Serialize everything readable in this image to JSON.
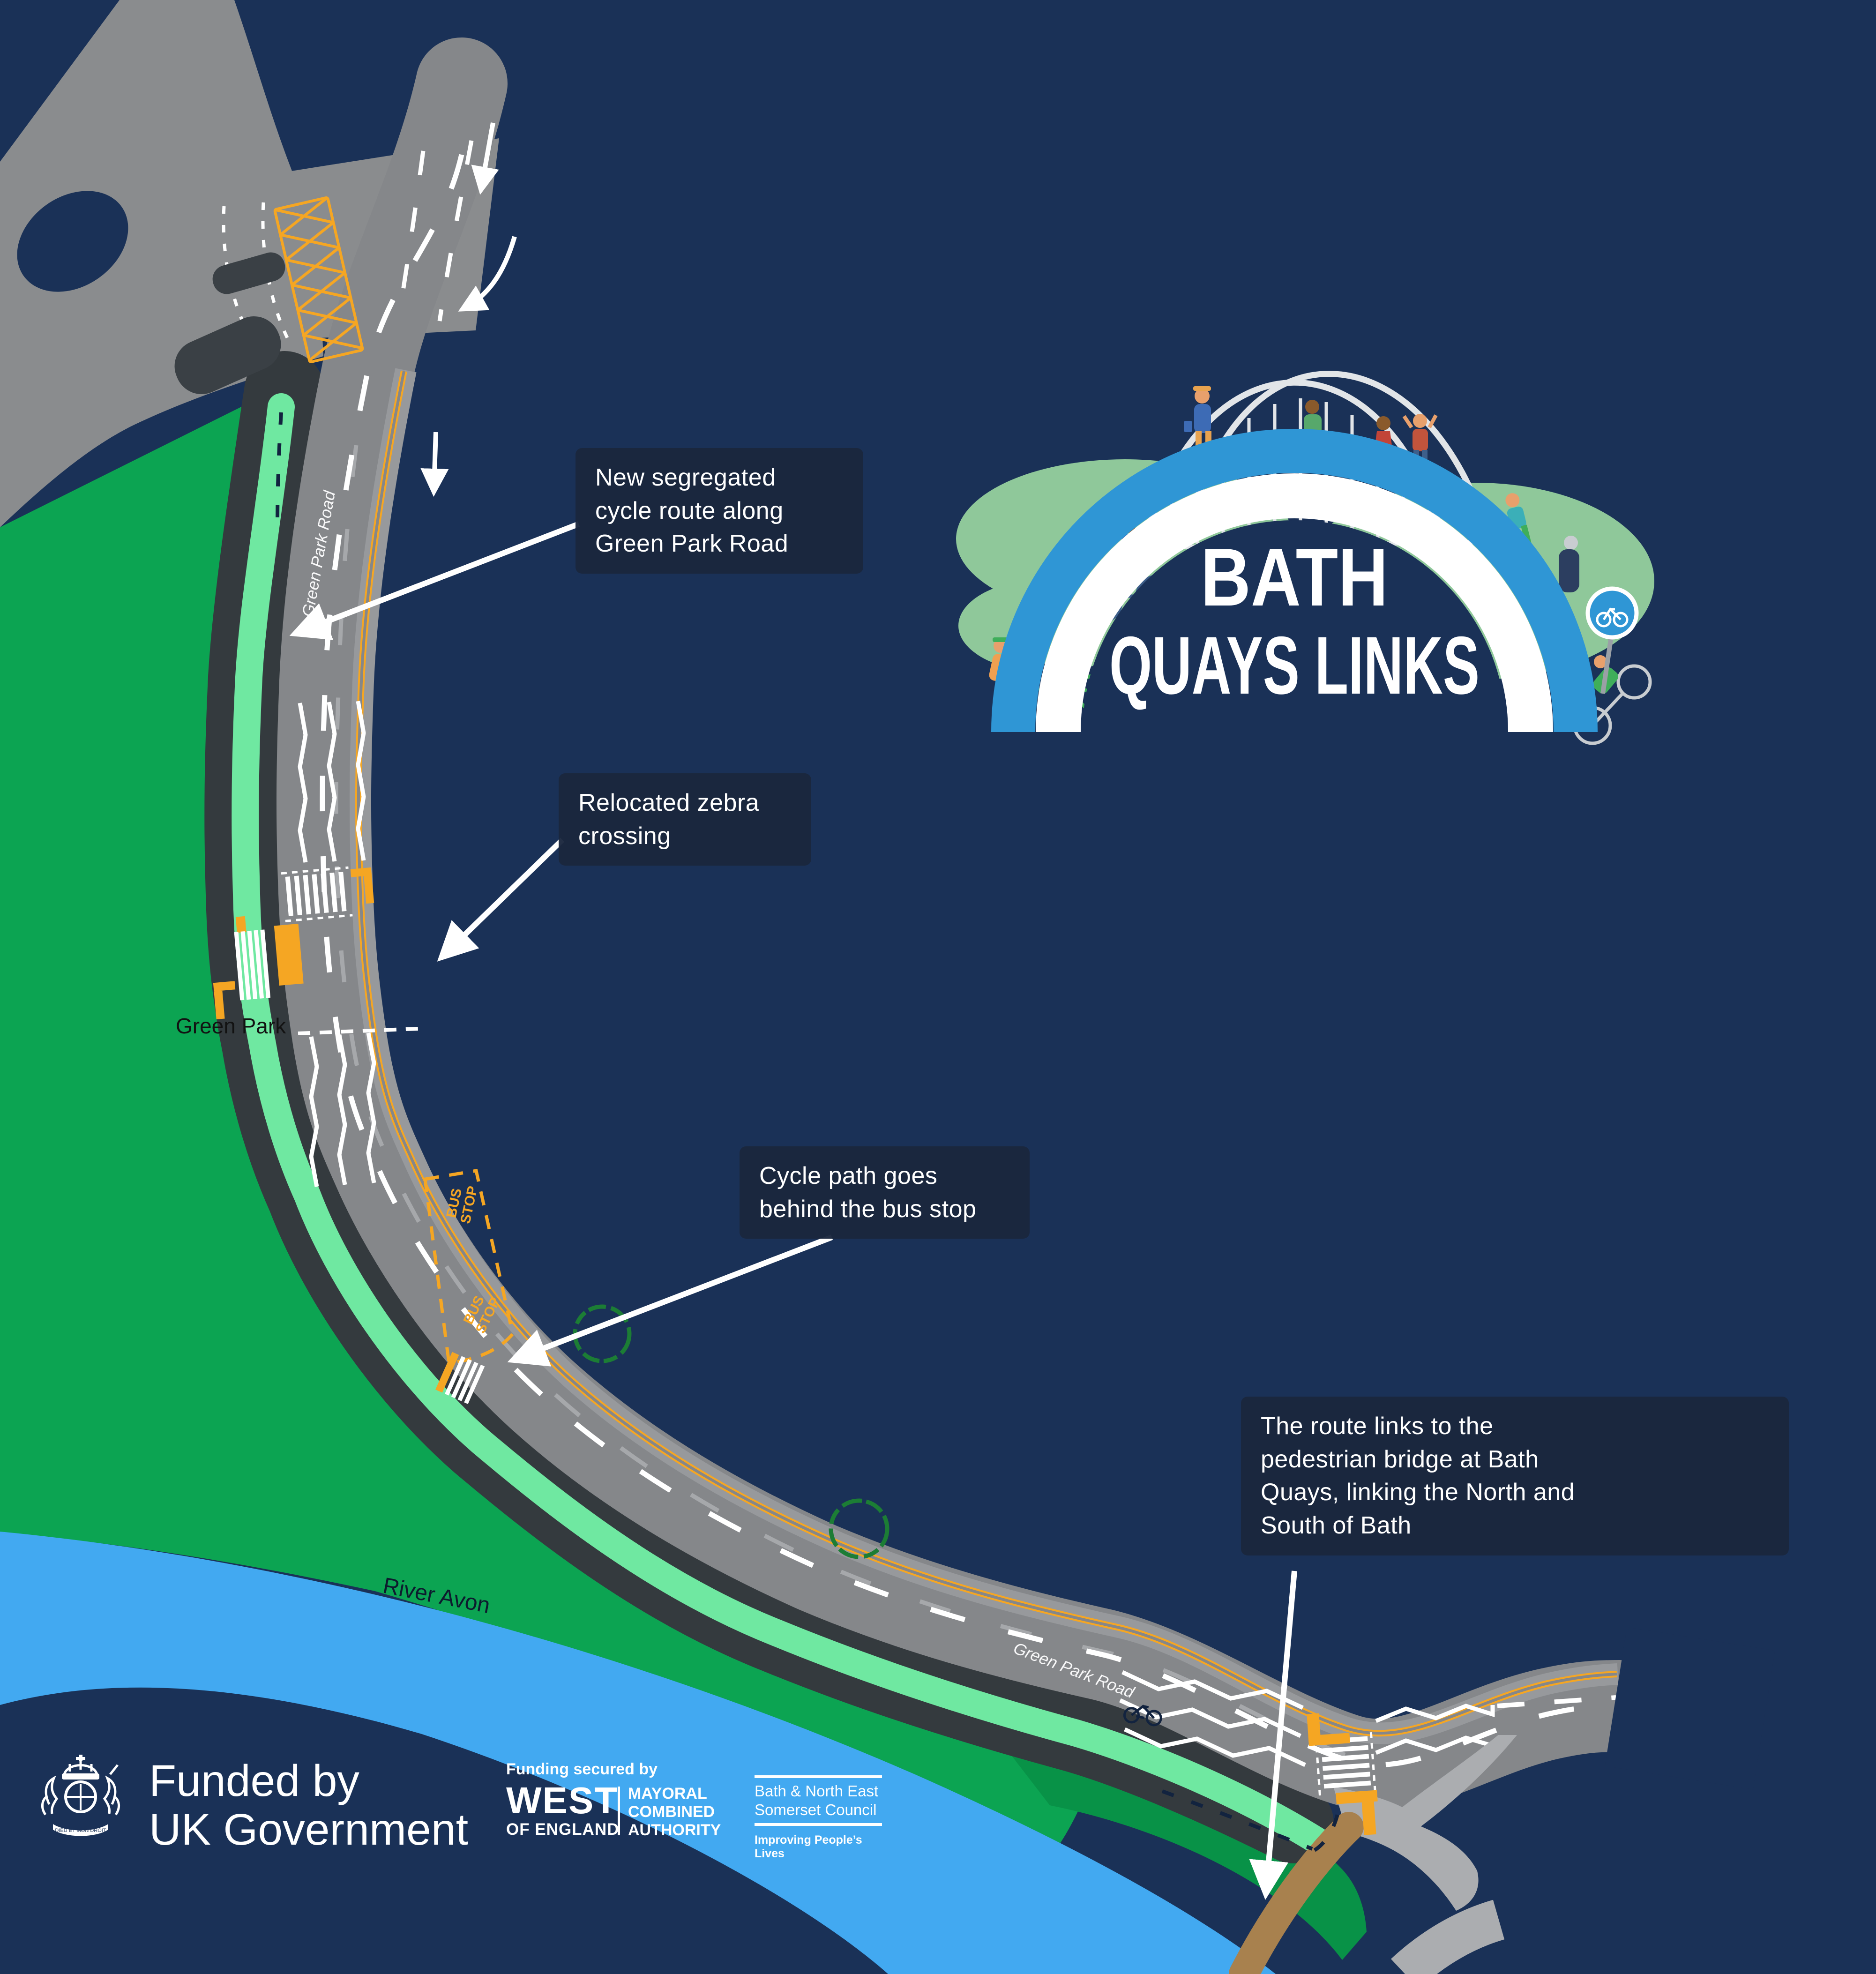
{
  "logo": {
    "line1": "BATH",
    "line2": "QUAYS LINKS"
  },
  "map": {
    "labels": {
      "park": "Green Park",
      "river": "River Avon",
      "road_name": "Green Park Road",
      "bus_line1": "BUS",
      "bus_line2": "STOP"
    },
    "colors": {
      "background": "#1A3157",
      "park_green": "#0CA452",
      "park_green_dark": "#089247",
      "cycle_path_mint": "#6FE8A1",
      "river_blue": "#42A9F1",
      "road_grey": "#85878A",
      "pavement_charcoal": "#343A3E",
      "marking_orange": "#F5A623",
      "bridge_brown": "#A8814E",
      "path_light_grey": "#ABADB0",
      "logo_blue": "#2F96D5"
    }
  },
  "annotations": [
    {
      "text": "New segregated\ncycle route along\nGreen Park Road"
    },
    {
      "text": "Relocated zebra\ncrossing"
    },
    {
      "text": "Cycle path goes\nbehind the bus stop"
    },
    {
      "text": "The route links to the\npedestrian bridge at Bath\nQuays, linking the North and\nSouth of Bath"
    }
  ],
  "footer": {
    "uk": {
      "line1": "Funded by",
      "line2": "UK Government",
      "motto": "DIEU ET MON DROIT"
    },
    "west": {
      "secured_by": "Funding secured by",
      "name": "WEST",
      "region": "OF ENGLAND",
      "authority_lines": [
        "MAYORAL",
        "COMBINED",
        "AUTHORITY"
      ]
    },
    "banes": {
      "line1": "Bath & North East",
      "line2": "Somerset Council",
      "tagline": "Improving People’s Lives"
    }
  }
}
